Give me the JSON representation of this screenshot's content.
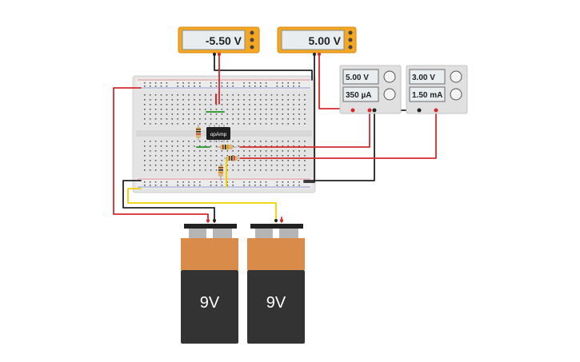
{
  "meters": [
    {
      "reading": "-5.50 V"
    },
    {
      "reading": "5.00 V"
    }
  ],
  "power_supplies": [
    {
      "voltage": "5.00 V",
      "current": "350 µA"
    },
    {
      "voltage": "3.00 V",
      "current": "1.50 mA"
    }
  ],
  "opamp": {
    "label": "opAmp"
  },
  "batteries": [
    {
      "label": "9V"
    },
    {
      "label": "9V"
    }
  ],
  "colors": {
    "meter_frame": "#f5a623",
    "wire_red": "#d62a2a",
    "wire_black": "#222222",
    "wire_yellow": "#f0d000",
    "battery_top": "#d98c4a",
    "battery_body": "#333333"
  }
}
